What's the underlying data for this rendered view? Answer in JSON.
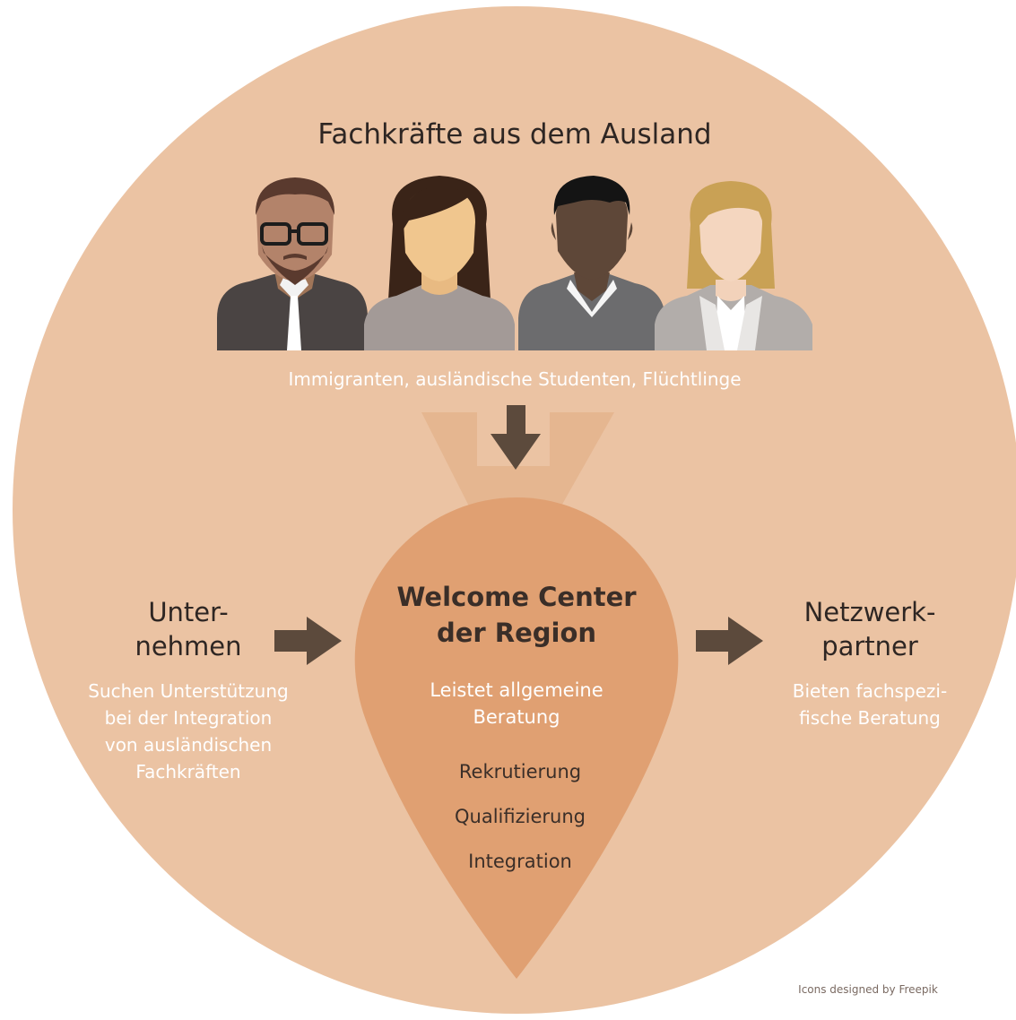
{
  "header": {
    "title": "Fachkräfte aus dem Ausland"
  },
  "people": [
    {
      "icon": "man-with-glasses-and-beard-icon"
    },
    {
      "icon": "woman-with-long-dark-hair-icon"
    },
    {
      "icon": "man-with-dark-skin-icon"
    },
    {
      "icon": "woman-with-blond-hair-icon"
    }
  ],
  "people_caption": "Immigranten, ausländische Studenten, Flüchtlinge",
  "center": {
    "title_line1": "Welcome Center",
    "title_line2": "der Region",
    "subtitle_line1": "Leistet allgemeine",
    "subtitle_line2": "Beratung",
    "items": [
      "Rekrutierung",
      "Qualifizierung",
      "Integration"
    ]
  },
  "left": {
    "title_line1": "Unter-",
    "title_line2": "nehmen",
    "desc_lines": [
      "Suchen Unterstützung",
      "bei der Integration",
      "von ausländischen",
      "Fachkräften"
    ]
  },
  "right": {
    "title_line1": "Netzwerk-",
    "title_line2": "partner",
    "desc_lines": [
      "Bieten fachspezi-",
      "fische Beratung"
    ]
  },
  "credit": "Icons designed by Freepik",
  "colors": {
    "outer_circle": "#ebc3a3",
    "pin": "#e0a072",
    "arrow": "#5c4a3c",
    "heading_text": "#2e2623",
    "light_text": "#ffffff"
  }
}
